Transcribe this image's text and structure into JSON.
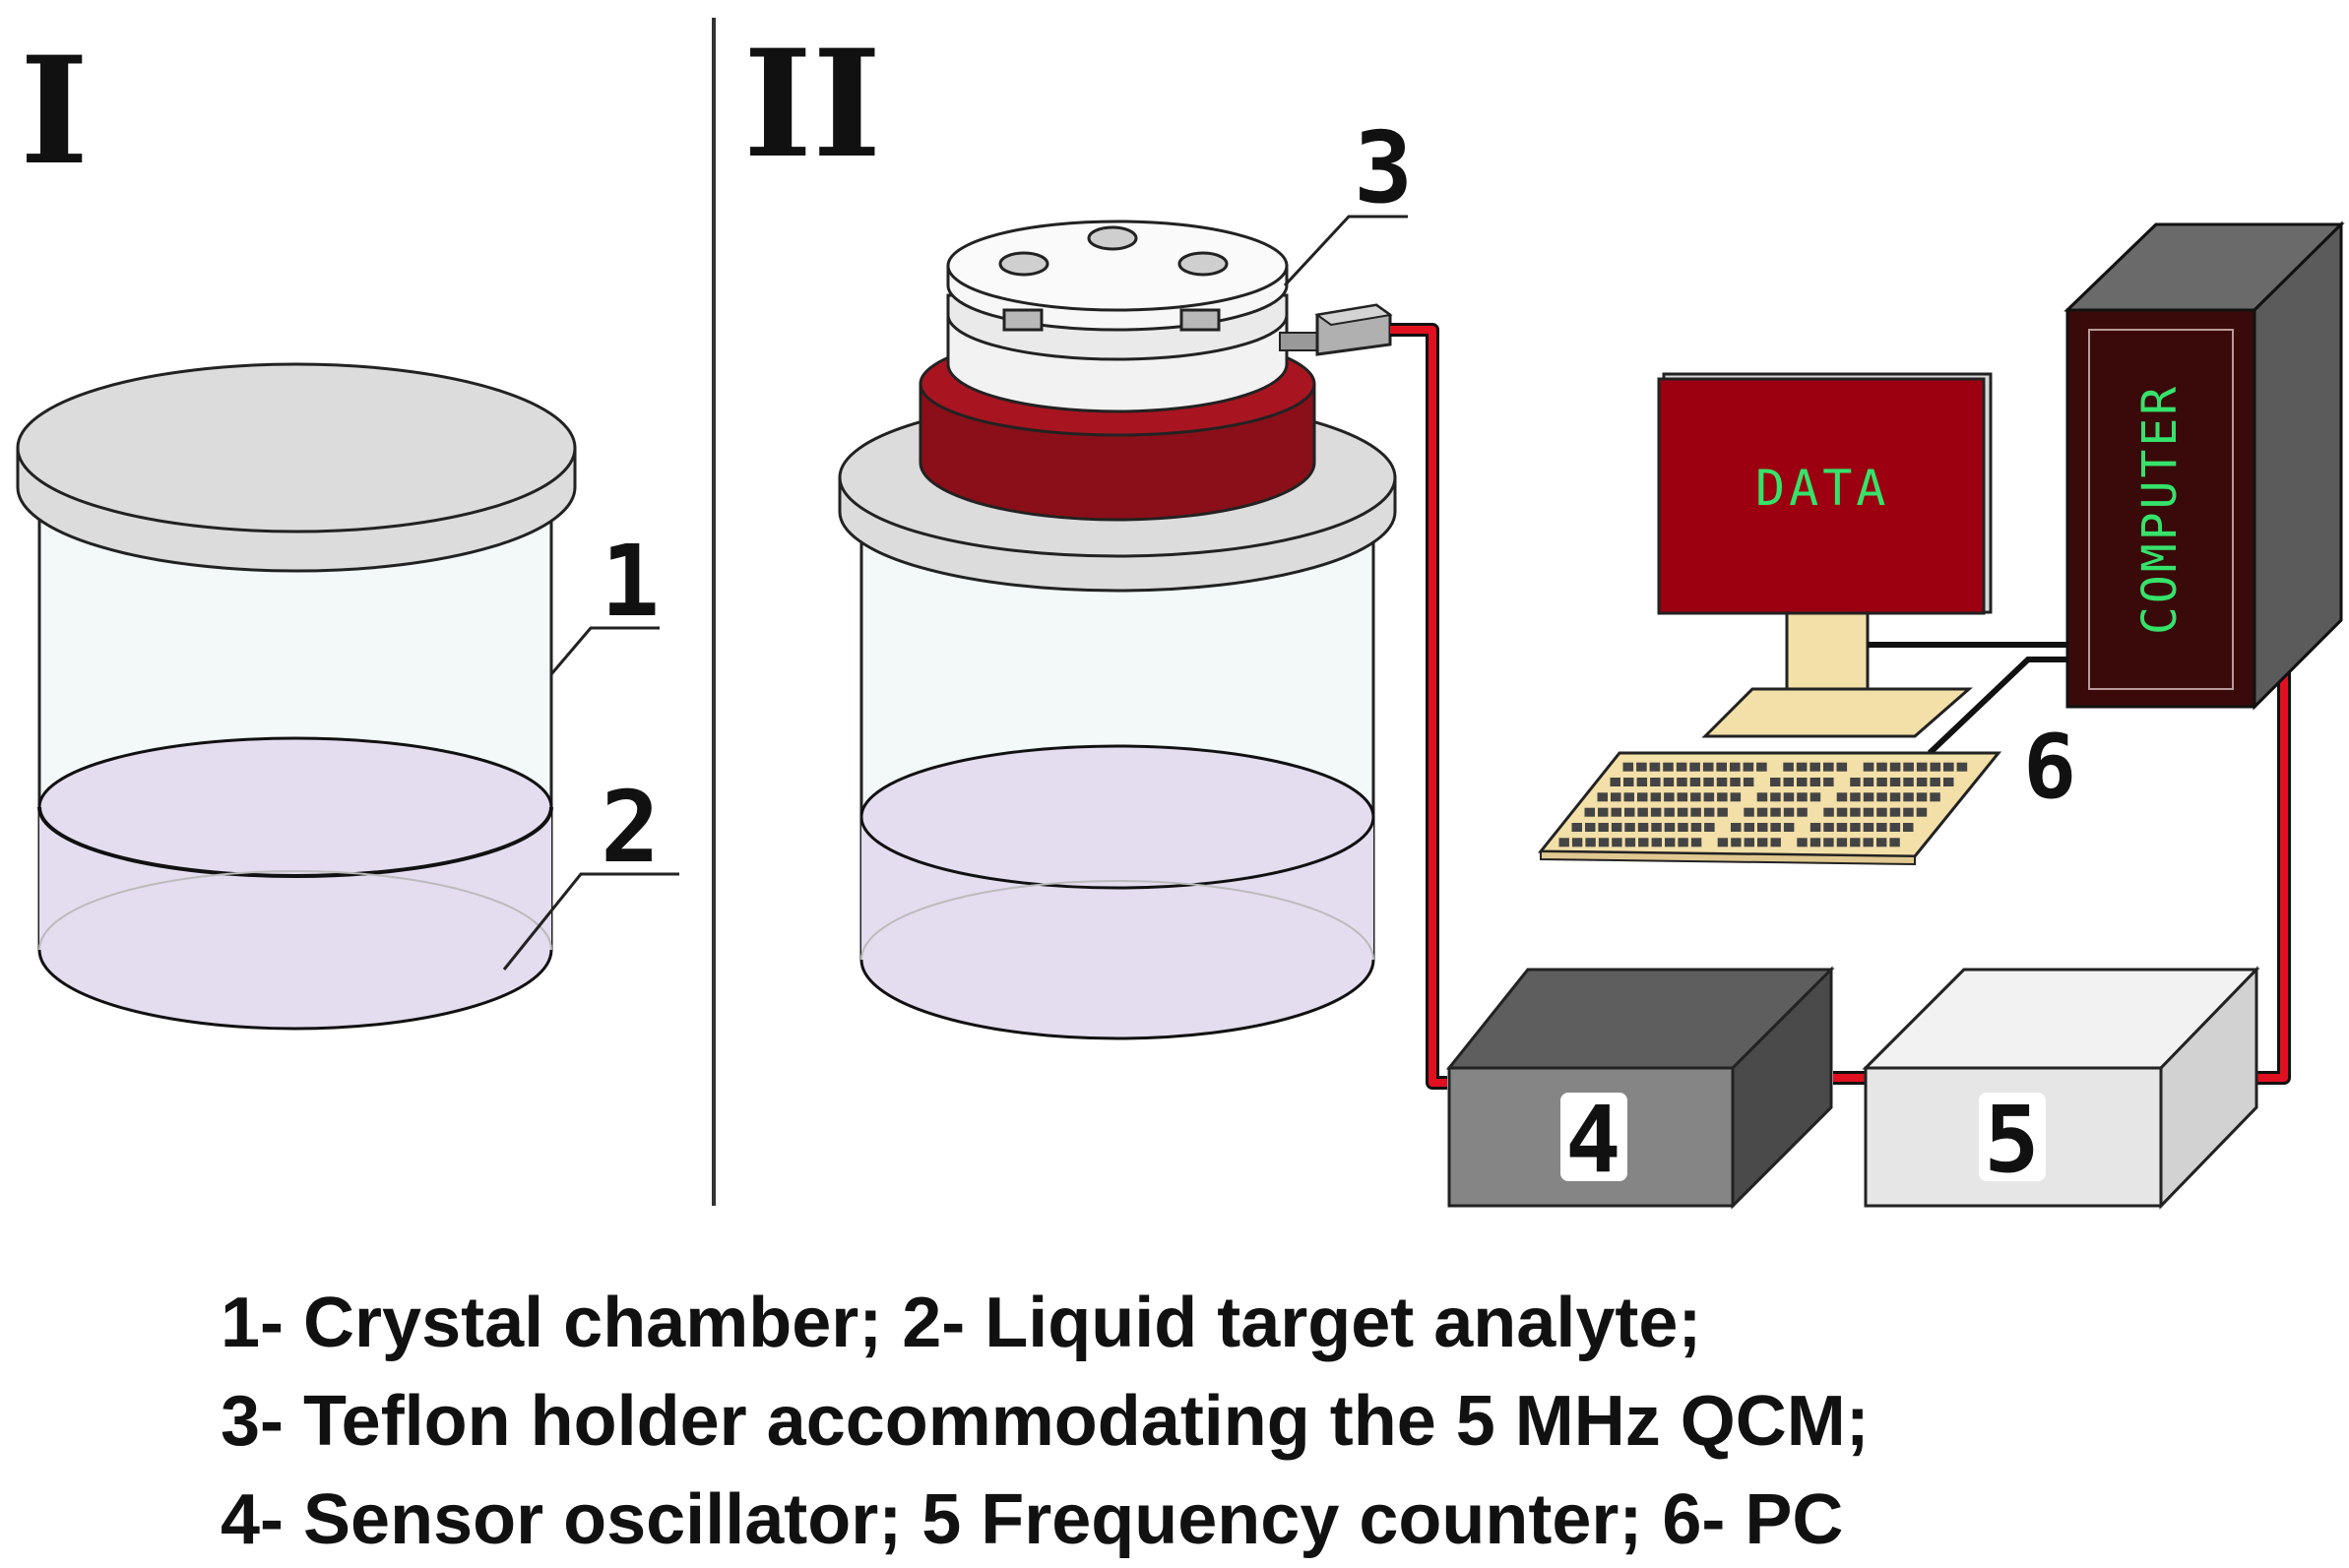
{
  "panels": {
    "left": "I",
    "right": "II"
  },
  "labels": {
    "l1": "1",
    "l2": "2",
    "l3": "3",
    "l4": "4",
    "l5": "5",
    "l6": "6"
  },
  "monitor_text": "DATA",
  "computer_text": "COMPUTER",
  "caption": [
    "1- Crystal chamber; 2- Liquid target analyte;",
    "3- Teflon holder accommodating the 5 MHz QCM;",
    "4- Sensor oscillator; 5 Frequency counter; 6- PC"
  ],
  "colors": {
    "liquid": "#e4dcef",
    "lid": "#dddddd",
    "holder_ring": "#8a0f18",
    "cable": "#e01020",
    "oscillator_box": "#7a7a7a",
    "counter_box": "#e2e2e2",
    "monitor_screen": "#9c0010",
    "computer_case": "#3a0a0a",
    "screen_text": "#35e36a"
  }
}
